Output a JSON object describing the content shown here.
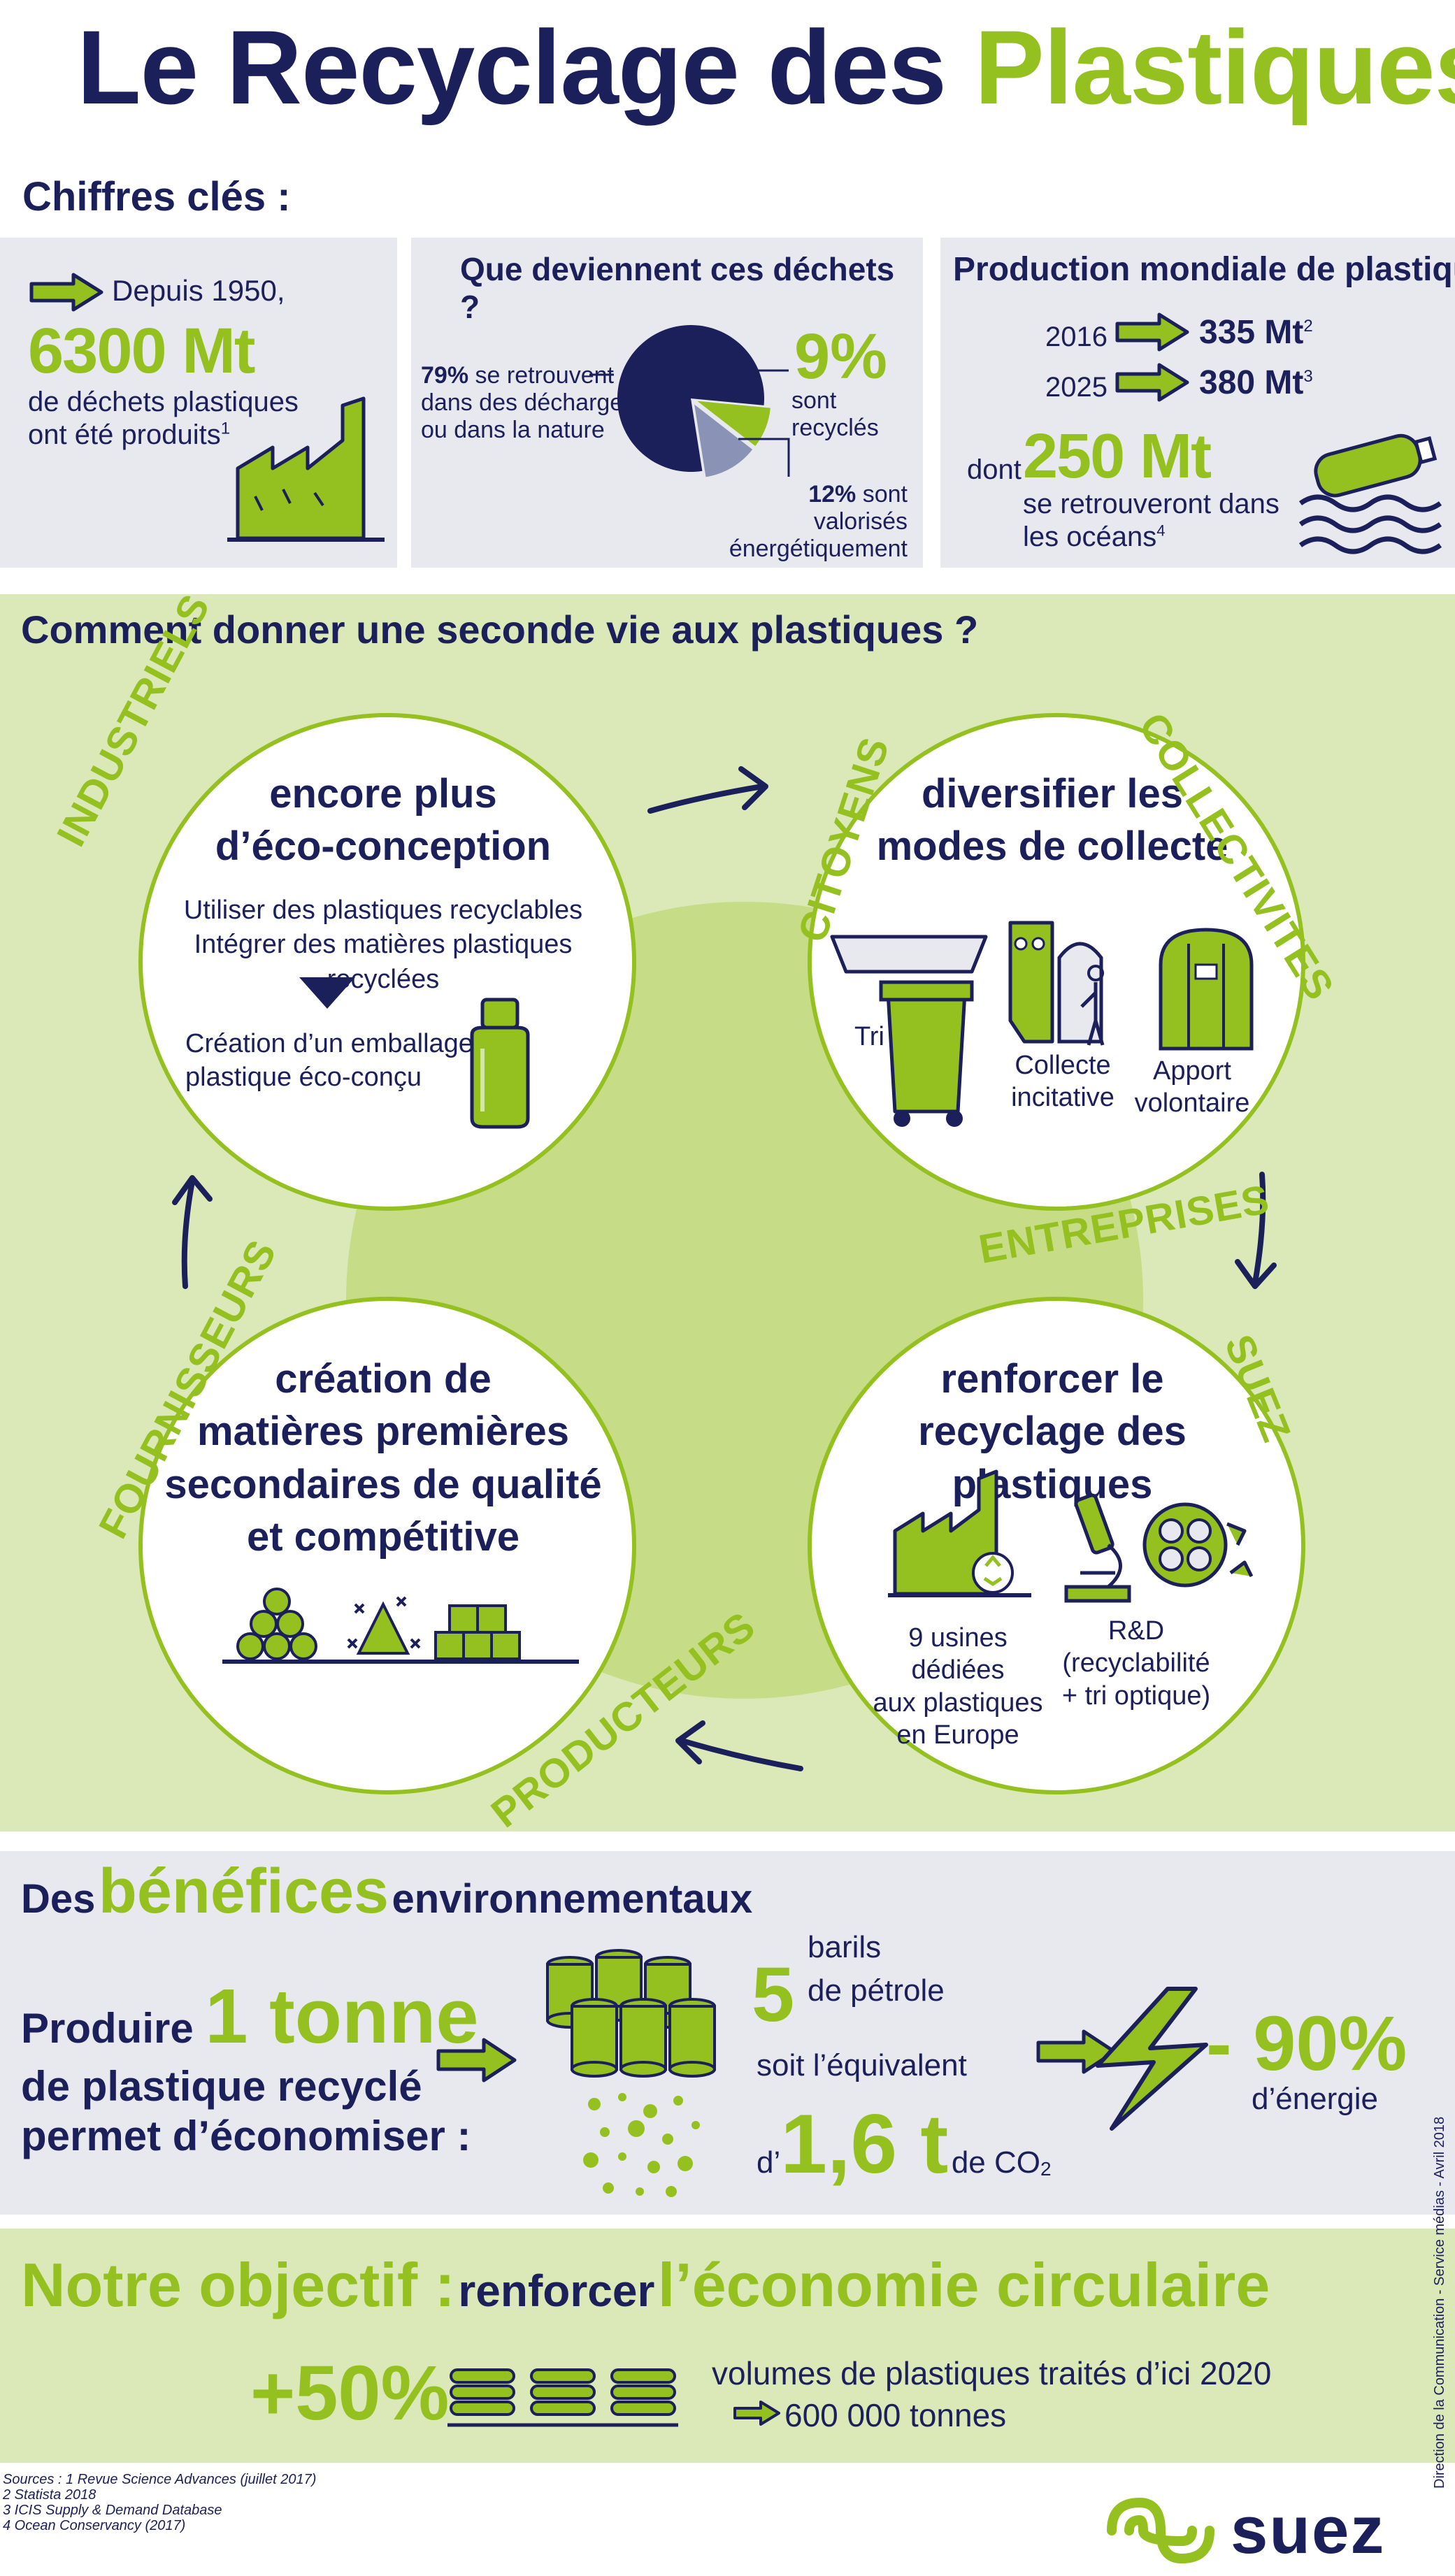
{
  "title": {
    "part1": "Le Recyclage des",
    "part2": "Plastiques"
  },
  "key_figures": {
    "heading": "Chiffres clés :",
    "box1": {
      "since": "Depuis 1950,",
      "value": "6300 Mt",
      "desc1": "de déchets plastiques",
      "desc2": "ont été produits",
      "note": "1"
    },
    "box2": {
      "heading": "Que deviennent ces déchets ?",
      "left_pct": "79%",
      "left_text1": "se retrouvent",
      "left_text2": "dans des décharges",
      "left_text3": "ou dans la nature",
      "recycled_pct": "9%",
      "recycled_text": "sont recyclés",
      "energy_pct": "12%",
      "energy_text1": "sont valorisés",
      "energy_text2": "énergétiquement",
      "pie": [
        {
          "label": "79%",
          "value": 79
        },
        {
          "label": "9%",
          "value": 9
        },
        {
          "label": "12%",
          "value": 12
        }
      ]
    },
    "box3": {
      "heading": "Production mondiale de plastiques",
      "year1": "2016",
      "val1": "335 Mt",
      "note1": "2",
      "year2": "2025",
      "val2": "380 Mt",
      "note2": "3",
      "dont": "dont",
      "value": "250 Mt",
      "desc1": "se retrouveront dans",
      "desc2": "les océans",
      "note": "4"
    }
  },
  "cycle": {
    "heading": "Comment donner une seconde vie aux plastiques ?",
    "roles": {
      "industriels": "INDUSTRIELS",
      "collectivites": "COLLECTIVITES",
      "citoyens": "CITOYENS",
      "entreprises": "ENTREPRISES",
      "suez": "SUEZ",
      "producteurs": "PRODUCTEURS",
      "fournisseurs": "FOURNISSEURS"
    },
    "c1": {
      "title1": "encore plus",
      "title2": "d’éco-conception",
      "line1": "Utiliser des plastiques recyclables",
      "line2": "Intégrer des matières plastiques recyclées",
      "result1": "Création d’un emballage",
      "result2": "plastique éco-conçu"
    },
    "c2": {
      "title1": "diversifier les",
      "title2": "modes de collecte",
      "tri": "Tri",
      "collecte1": "Collecte",
      "collecte2": "incitative",
      "apport1": "Apport",
      "apport2": "volontaire"
    },
    "c3": {
      "title1": "renforcer le",
      "title2": "recyclage des plastiques",
      "usines1": "9 usines dédiées",
      "usines2": "aux plastiques",
      "usines3": "en Europe",
      "rd1": "R&D",
      "rd2": "(recyclabilité",
      "rd3": "+ tri optique)"
    },
    "c4": {
      "title1": "création de",
      "title2": "matières premières",
      "title3": "secondaires de qualité",
      "title4": "et compétitive"
    }
  },
  "benefits": {
    "heading1": "Des",
    "heading2": "bénéfices",
    "heading3": "environnementaux",
    "produce": "Produire",
    "tonne": "1 tonne",
    "line2": "de plastique recyclé",
    "line3": "permet d’économiser :",
    "barils_num": "5",
    "barils1": "barils",
    "barils2": "de pétrole",
    "soit": "soit l’équivalent",
    "d": "d’",
    "co2_val": "1,6 t",
    "co2_unit": "de CO",
    "co2_sub": "2",
    "energy_val": "- 90%",
    "energy_text": "d’énergie"
  },
  "objective": {
    "label": "Notre objectif :",
    "verb": "renforcer",
    "target": "l’économie circulaire",
    "pct": "+50%",
    "text": "volumes de plastiques traités d’ici 2020",
    "tonnes": "600 000 tonnes"
  },
  "side_note": "Direction de la Communication - Service médias - Avril 2018",
  "sources": [
    "Sources : 1 Revue Science Advances (juillet 2017)",
    "2 Statista 2018",
    "3 ICIS Supply & Demand Database",
    "4 Ocean Conservancy (2017)"
  ],
  "logo": "suez",
  "colors": {
    "navy": "#1b1f5a",
    "green": "#94c11f",
    "panel": "#e8e9ef",
    "light_green": "#dbe8b8"
  }
}
